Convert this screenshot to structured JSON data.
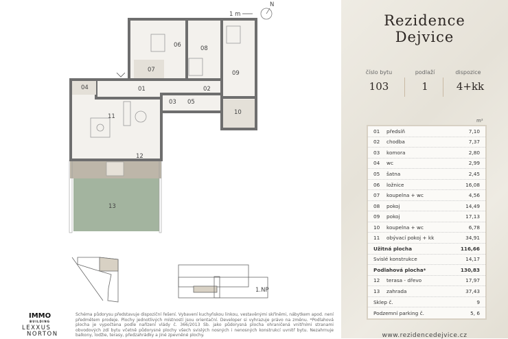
{
  "plan": {
    "scale": "1 m",
    "north": "N",
    "rooms": [
      "01",
      "02",
      "03",
      "04",
      "05",
      "06",
      "07",
      "08",
      "09",
      "10",
      "11",
      "12",
      "13"
    ],
    "floor_marker": "1.NP"
  },
  "brand": {
    "line1": "Rezidence",
    "line2": "Dejvice"
  },
  "summary": {
    "unit_label": "číslo bytu",
    "unit": "103",
    "floor_label": "podlaží",
    "floor": "1",
    "layout_label": "dispozice",
    "layout": "4+kk"
  },
  "unit_header": "m²",
  "rows": [
    {
      "n": "01",
      "l": "předsíň",
      "v": "7,10"
    },
    {
      "n": "02",
      "l": "chodba",
      "v": "7,37"
    },
    {
      "n": "03",
      "l": "komora",
      "v": "2,80"
    },
    {
      "n": "04",
      "l": "wc",
      "v": "2,99"
    },
    {
      "n": "05",
      "l": "šatna",
      "v": "2,45"
    },
    {
      "n": "06",
      "l": "ložnice",
      "v": "16,08"
    },
    {
      "n": "07",
      "l": "koupelna + wc",
      "v": "4,56"
    },
    {
      "n": "08",
      "l": "pokoj",
      "v": "14,49"
    },
    {
      "n": "09",
      "l": "pokoj",
      "v": "17,13"
    },
    {
      "n": "10",
      "l": "koupelna + wc",
      "v": "6,78"
    },
    {
      "n": "11",
      "l": "obývací pokoj + kk",
      "v": "34,91"
    },
    {
      "n": "",
      "l": "Užitná plocha",
      "v": "116,66",
      "bold": true
    },
    {
      "n": "",
      "l": "Svislé konstrukce",
      "v": "14,17"
    },
    {
      "n": "",
      "l": "Podlahová plocha*",
      "v": "130,83",
      "bold": true
    },
    {
      "n": "12",
      "l": "terasa - dřevo",
      "v": "17,97"
    },
    {
      "n": "13",
      "l": "zahrada",
      "v": "37,43"
    },
    {
      "n": "",
      "l": "Sklep č.",
      "v": "9"
    },
    {
      "n": "",
      "l": "Podzemní parking č.",
      "v": "5, 6"
    }
  ],
  "url": "www.rezidencedejvice.cz",
  "note": "Schéma půdorysu představuje dispoziční řešení. Vybavení kuchyňskou linkou, vestavěnými skříněmi, nábytkem apod. není předmětem prodeje. Plochy jednotlivých místností jsou orientační. Developer si vyhrazuje právo na změnu. *Podlahová plocha je vypočtena podle nařízení vlády č. 366/2013 Sb. jako půdorysná plocha ohraničená vnitřními stranami obvodových zdí bytu včetně půdorysné plochy všech svislých nosných i nenosných konstrukcí uvnitř bytu. Nezahrnuje balkony, lodžie, terasy, předzahrádky a jiné zpevněné plochy.",
  "logos": {
    "immo": "IMMO",
    "immo_sub": "BUILDING",
    "lexxus1": "LEXXUS",
    "lexxus2": "NORTON"
  }
}
